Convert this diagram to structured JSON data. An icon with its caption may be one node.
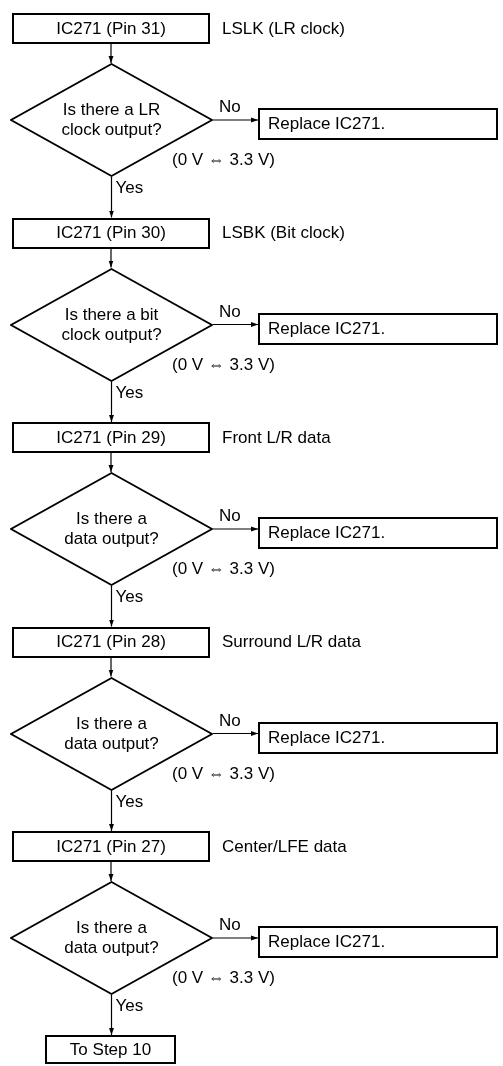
{
  "diagram": {
    "nodes": [
      {
        "text": [
          "IC271 (Pin 31)"
        ],
        "beside": [
          "LSLK (LR clock)"
        ]
      },
      {
        "text": [
          "Is there a LR clock output?"
        ],
        "beside": [
          "(0 V ⇔ 3.3 V)"
        ]
      },
      {
        "text": [
          "Replace IC271."
        ]
      },
      {
        "text": [
          "IC271 (Pin 30)"
        ],
        "beside": [
          "LSBK (Bit clock)"
        ]
      },
      {
        "text": [
          "Is there a bit clock output?"
        ],
        "beside": [
          "(0 V ⇔ 3.3 V)"
        ]
      },
      {
        "text": [
          "Replace IC271."
        ]
      },
      {
        "text": [
          "IC271 (Pin 29)"
        ],
        "beside": [
          "Front L/R data"
        ]
      },
      {
        "text": [
          "Is there a data output?"
        ],
        "beside": [
          "(0 V ⇔ 3.3 V)"
        ]
      },
      {
        "text": [
          "Replace IC271."
        ]
      },
      {
        "text": [
          "IC271 (Pin 28)"
        ],
        "beside": [
          "Surround L/R data"
        ]
      },
      {
        "text": [
          "Is there a data output?"
        ],
        "beside": [
          "(0 V ⇔ 3.3 V)"
        ]
      },
      {
        "text": [
          "Replace IC271."
        ]
      },
      {
        "text": [
          "IC271 (Pin 27)"
        ],
        "beside": [
          "Center/LFE data"
        ]
      },
      {
        "text": [
          "Is there a data output?"
        ],
        "beside": [
          "(0 V ⇔ 3.3 V)"
        ]
      },
      {
        "text": [
          "Replace IC271."
        ]
      },
      {
        "text": [
          "To Step 10"
        ]
      }
    ],
    "edges": [
      {
        "from": 0,
        "to": 1,
        "arrow": "to"
      },
      {
        "from": 1,
        "to": 2,
        "arrow": "to",
        "label": "No"
      },
      {
        "from": 1,
        "to": 3,
        "arrow": "to",
        "label": "Yes"
      },
      {
        "from": 3,
        "to": 4,
        "arrow": "to"
      },
      {
        "from": 4,
        "to": 5,
        "arrow": "to",
        "label": "No"
      },
      {
        "from": 4,
        "to": 6,
        "arrow": "to",
        "label": "Yes"
      },
      {
        "from": 6,
        "to": 7,
        "arrow": "to"
      },
      {
        "from": 7,
        "to": 8,
        "arrow": "to",
        "label": "No"
      },
      {
        "from": 7,
        "to": 9,
        "arrow": "to",
        "label": "Yes"
      },
      {
        "from": 9,
        "to": 10,
        "arrow": "to"
      },
      {
        "from": 10,
        "to": 11,
        "arrow": "to",
        "label": "No"
      },
      {
        "from": 10,
        "to": 12,
        "arrow": "to",
        "label": "Yes"
      },
      {
        "from": 12,
        "to": 13,
        "arrow": "to"
      },
      {
        "from": 13,
        "to": 14,
        "arrow": "to",
        "label": "No"
      },
      {
        "from": 13,
        "to": 15,
        "arrow": "to",
        "label": "Yes"
      }
    ]
  }
}
